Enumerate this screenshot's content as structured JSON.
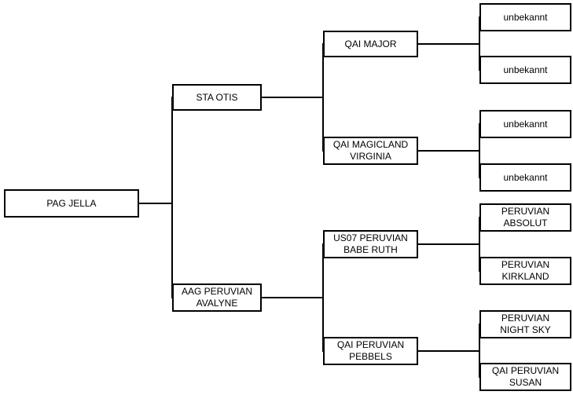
{
  "pedigree": {
    "animal": "PAG JELLA",
    "sire": "STA OTIS",
    "dam": "AAG PERUVIAN\nAVALYNE",
    "sire_sire": "QAI MAJOR",
    "sire_dam": "QAI MAGICLAND\nVIRGINIA",
    "dam_sire": "US07 PERUVIAN\nBABE RUTH",
    "dam_dam": "QAI PERUVIAN\nPEBBELS",
    "sire_sire_sire": "unbekannt",
    "sire_sire_dam": "unbekannt",
    "sire_dam_sire": "unbekannt",
    "sire_dam_dam": "unbekannt",
    "dam_sire_sire": "PERUVIAN\nABSOLUT",
    "dam_sire_dam": "PERUVIAN\nKIRKLAND",
    "dam_dam_sire": "PERUVIAN\nNIGHT SKY",
    "dam_dam_dam": "QAI PERUVIAN\nSUSAN"
  }
}
